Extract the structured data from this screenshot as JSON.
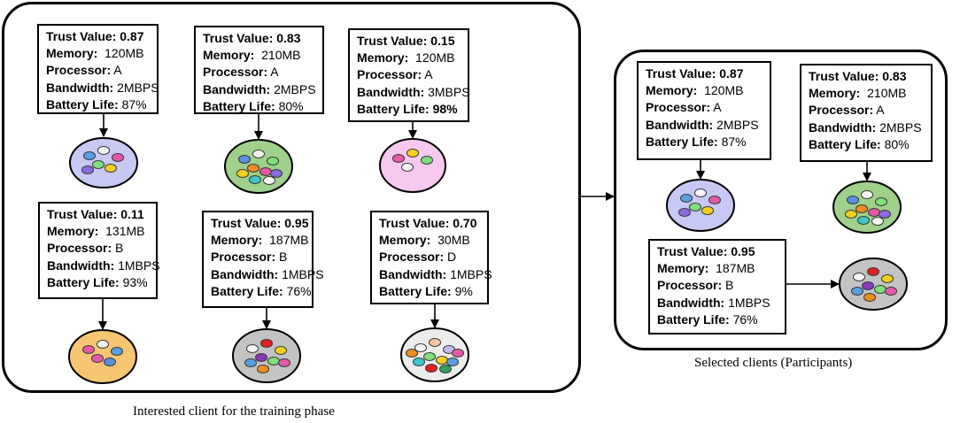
{
  "left_panel": {
    "caption": "Interested client for the training phase",
    "clients": [
      {
        "id": "c1",
        "trust_label": "Trust Value:",
        "trust_value": "0.87",
        "memory_label": "Memory:",
        "memory_value": "120MB",
        "processor_label": "Processor:",
        "processor_value": "A",
        "bandwidth_label": "Bandwidth:",
        "bandwidth_value": "2MBPS",
        "battery_label": "Battery Life:",
        "battery_value": "87%",
        "battery_bold": false,
        "cluster_fill": "#c7c8f4",
        "devices": [
          "#5aa0e0",
          "#f5f5f5",
          "#e65aa8",
          "#7ee07a",
          "#f5d020",
          "#8a6be0"
        ]
      },
      {
        "id": "c2",
        "trust_label": "Trust Value:",
        "trust_value": "0.83",
        "memory_label": "Memory:",
        "memory_value": "210MB",
        "processor_label": "Processor:",
        "processor_value": "A",
        "bandwidth_label": "Bandwidth:",
        "bandwidth_value": "2MBPS",
        "battery_label": "Battery Life:",
        "battery_value": "80%",
        "battery_bold": false,
        "cluster_fill": "#9fd08c",
        "devices": [
          "#5a8ee0",
          "#f5f5f5",
          "#7ee07a",
          "#f08c20",
          "#e65aa8",
          "#f5d020",
          "#8a6be0",
          "#3ec8c8",
          "#f5f5f5"
        ]
      },
      {
        "id": "c3",
        "trust_label": "Trust Value:",
        "trust_value": "0.15",
        "memory_label": "Memory:",
        "memory_value": "120MB",
        "processor_label": "Processor:",
        "processor_value": "A",
        "bandwidth_label": "Bandwidth:",
        "bandwidth_value": "3MBPS",
        "battery_label": "Battery Life:",
        "battery_value": "98%",
        "battery_bold": true,
        "cluster_fill": "#f7c9f0",
        "devices": [
          "#e65aa8",
          "#f5d020",
          "#7ee07a",
          "#f5f5f5"
        ]
      },
      {
        "id": "c4",
        "trust_label": "Trust Value:",
        "trust_value": "0.11",
        "memory_label": "Memory:",
        "memory_value": "131MB",
        "processor_label": "Processor:",
        "processor_value": "B",
        "bandwidth_label": "Bandwidth:",
        "bandwidth_value": "1MBPS",
        "battery_label": "Battery Life:",
        "battery_value": "93%",
        "battery_bold": false,
        "cluster_fill": "#f7c673",
        "devices": [
          "#e65aa8",
          "#f5f5f5",
          "#5aa0e0",
          "#e65aa8",
          "#5a8ee0"
        ]
      },
      {
        "id": "c5",
        "trust_label": "Trust Value:",
        "trust_value": "0.95",
        "memory_label": "Memory:",
        "memory_value": "187MB",
        "processor_label": "Processor:",
        "processor_value": "B",
        "bandwidth_label": "Bandwidth:",
        "bandwidth_value": "1MBPS",
        "battery_label": "Battery Life:",
        "battery_value": "76%",
        "battery_bold": false,
        "cluster_fill": "#c3c3c3",
        "devices": [
          "#f5f5f5",
          "#e02020",
          "#f5d020",
          "#8a3ab8",
          "#7ee07a",
          "#5aa0e0",
          "#e65aa8",
          "#f08c20"
        ]
      },
      {
        "id": "c6",
        "trust_label": "Trust Value:",
        "trust_value": "0.70",
        "memory_label": "Memory:",
        "memory_value": "30MB",
        "processor_label": "Processor:",
        "processor_value": "D",
        "bandwidth_label": "Bandwidth:",
        "bandwidth_value": "1MBPS",
        "battery_label": "Battery Life:",
        "battery_value": "9%",
        "battery_bold": false,
        "cluster_fill": "#ececec",
        "devices": [
          "#f5f5f5",
          "#f5c6a0",
          "#c9b8f0",
          "#7ee07a",
          "#f5d020",
          "#3ec8c8",
          "#5aa0e0",
          "#e02020",
          "#2ea060",
          "#f08c20",
          "#e65aa8"
        ]
      }
    ]
  },
  "right_panel": {
    "caption": "Selected clients (Participants)",
    "clients": [
      {
        "id": "s1",
        "trust_label": "Trust Value:",
        "trust_value": "0.87",
        "memory_label": "Memory:",
        "memory_value": "120MB",
        "processor_label": "Processor:",
        "processor_value": "A",
        "bandwidth_label": "Bandwidth:",
        "bandwidth_value": "2MBPS",
        "battery_label": "Battery Life:",
        "battery_value": "87%",
        "battery_bold": false,
        "cluster_fill": "#c7c8f4",
        "devices": [
          "#5aa0e0",
          "#f5f5f5",
          "#e65aa8",
          "#7ee07a",
          "#f5d020",
          "#8a6be0"
        ]
      },
      {
        "id": "s2",
        "trust_label": "Trust Value:",
        "trust_value": "0.83",
        "memory_label": "Memory:",
        "memory_value": "210MB",
        "processor_label": "Processor:",
        "processor_value": "A",
        "bandwidth_label": "Bandwidth:",
        "bandwidth_value": "2MBPS",
        "battery_label": "Battery Life:",
        "battery_value": "80%",
        "battery_bold": false,
        "cluster_fill": "#9fd08c",
        "devices": [
          "#5a8ee0",
          "#f5f5f5",
          "#7ee07a",
          "#f08c20",
          "#e65aa8",
          "#f5d020",
          "#8a6be0",
          "#3ec8c8",
          "#f5f5f5"
        ]
      },
      {
        "id": "s3",
        "trust_label": "Trust Value:",
        "trust_value": "0.95",
        "memory_label": "Memory:",
        "memory_value": "187MB",
        "processor_label": "Processor:",
        "processor_value": "B",
        "bandwidth_label": "Bandwidth:",
        "bandwidth_value": "1MBPS",
        "battery_label": "Battery Life:",
        "battery_value": "76%",
        "battery_bold": false,
        "cluster_fill": "#c3c3c3",
        "devices": [
          "#f5f5f5",
          "#e02020",
          "#f5d020",
          "#8a3ab8",
          "#7ee07a",
          "#5aa0e0",
          "#e65aa8",
          "#f08c20"
        ]
      }
    ]
  }
}
